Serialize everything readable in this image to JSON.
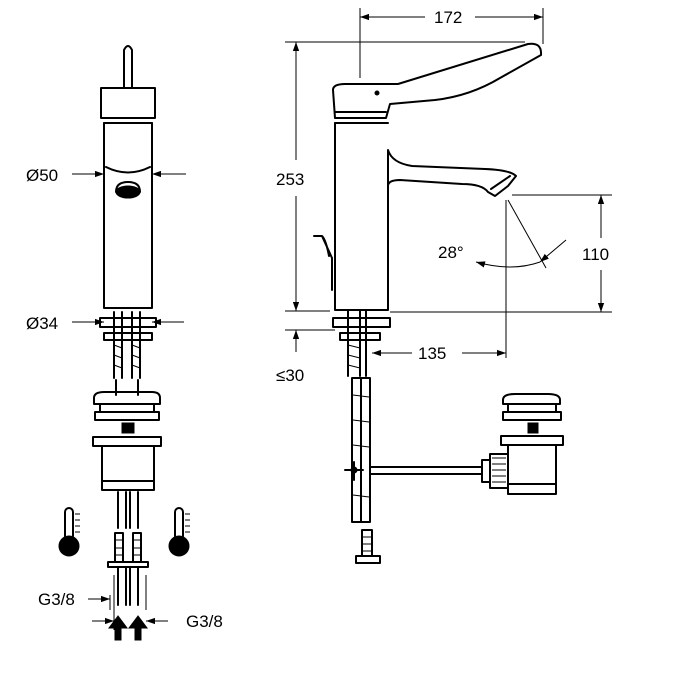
{
  "dimensions": {
    "width_172": "172",
    "height_253": "253",
    "diameter_50": "Ø50",
    "diameter_34": "Ø34",
    "max_30": "≤30",
    "reach_135": "135",
    "height_110": "110",
    "angle_28": "28°",
    "thread_left": "G3/8",
    "thread_right": "G3/8"
  },
  "colors": {
    "ink": "#000000",
    "background": "#ffffff"
  }
}
